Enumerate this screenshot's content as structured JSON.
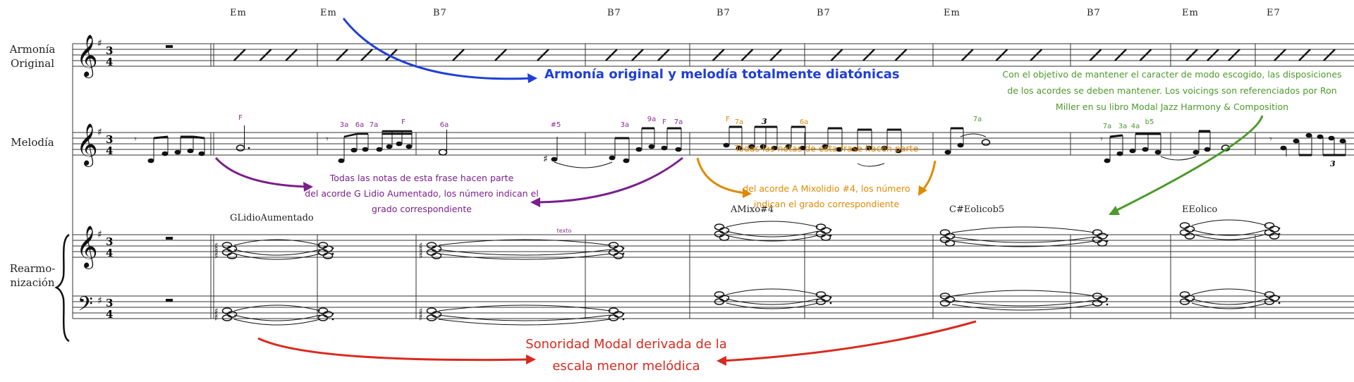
{
  "labels": {
    "armonia_1": "Armonía",
    "armonia_2": "Original",
    "melodia": "Melodía",
    "rearmo_1": "Rearmo-",
    "rearmo_2": "nización"
  },
  "time_signature": {
    "top": "3",
    "bottom": "4"
  },
  "chords": [
    "Em",
    "Em",
    "B7",
    "B7",
    "B7",
    "B7",
    "Em",
    "B7",
    "Em",
    "E7"
  ],
  "rearm_chords": [
    "GLidioAumentado",
    "AMixo#4",
    "C#Eolicob5",
    "EEolico"
  ],
  "small_label": "texto",
  "degrees_purple": [
    "F",
    "3a",
    "6a",
    "7a",
    "F",
    "6a",
    "#5",
    "3a",
    "9a",
    "F",
    "7a"
  ],
  "degrees_orange": [
    "F",
    "7a",
    "6a"
  ],
  "triplet": "3",
  "degrees_green": [
    "7a",
    "7a",
    "3a",
    "4a",
    "b5"
  ],
  "annotations": {
    "blue": "Armonía original y melodía totalmente diatónicas",
    "purple": [
      "Todas las notas de esta frase hacen parte",
      "del acorde  G Lidio Aumentado, los número indican el",
      "grado correspondiente"
    ],
    "orange": [
      "Todas las notas de esta frase hacen parte",
      "del acorde  A Mixolidio #4, los número",
      "indican el grado correspondiente"
    ],
    "green": [
      "Con el objetivo de mantener el caracter de modo escogido, las disposiciones",
      "de los acordes se deben mantener.  Los voicings son referenciados por Ron",
      "Miller en su libro Modal Jazz Harmony & Composition"
    ],
    "red": [
      "Sonoridad Modal derivada de la",
      "escala menor melódica"
    ]
  },
  "colors": {
    "blue": "#1f3fd6",
    "purple": "#7a1f8c",
    "orange": "#e08a00",
    "green": "#4b9a2a",
    "red": "#d92a1f"
  }
}
